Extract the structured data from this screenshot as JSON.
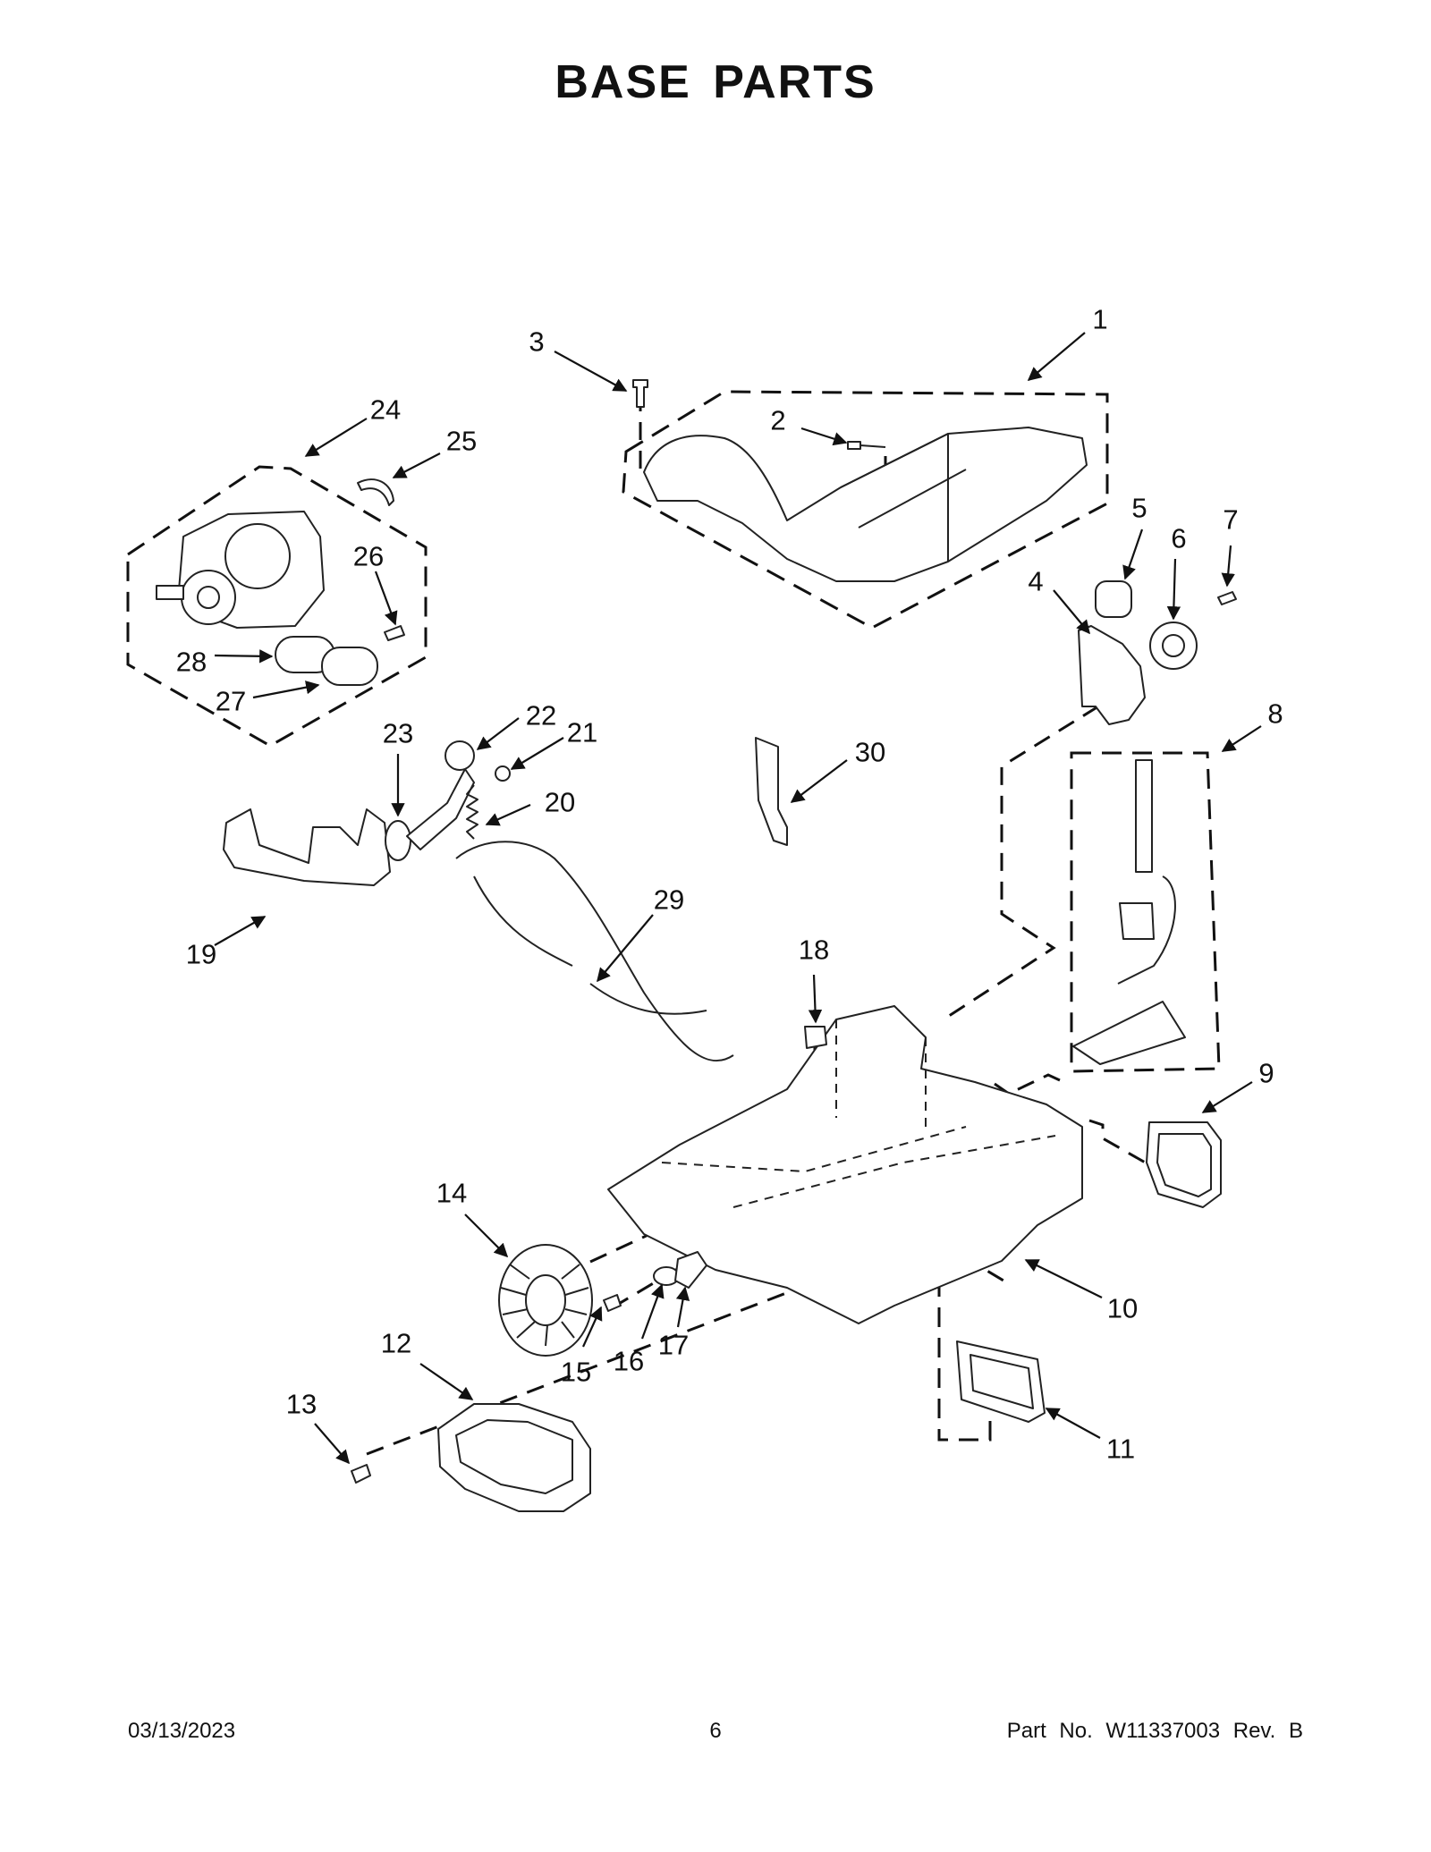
{
  "header": {
    "title": "BASE PARTS"
  },
  "callouts": {
    "c1": "1",
    "c2": "2",
    "c3": "3",
    "c4": "4",
    "c5": "5",
    "c6": "6",
    "c7": "7",
    "c8": "8",
    "c9": "9",
    "c10": "10",
    "c11": "11",
    "c12": "12",
    "c13": "13",
    "c14": "14",
    "c15": "15",
    "c16": "16",
    "c17": "17",
    "c18": "18",
    "c19": "19",
    "c20": "20",
    "c21": "21",
    "c22": "22",
    "c23": "23",
    "c24": "24",
    "c25": "25",
    "c26": "26",
    "c27": "27",
    "c28": "28",
    "c29": "29",
    "c30": "30"
  },
  "footer": {
    "date": "03/13/2023",
    "page_number": "6",
    "part_number": "Part No.  W11337003  Rev.  B"
  }
}
